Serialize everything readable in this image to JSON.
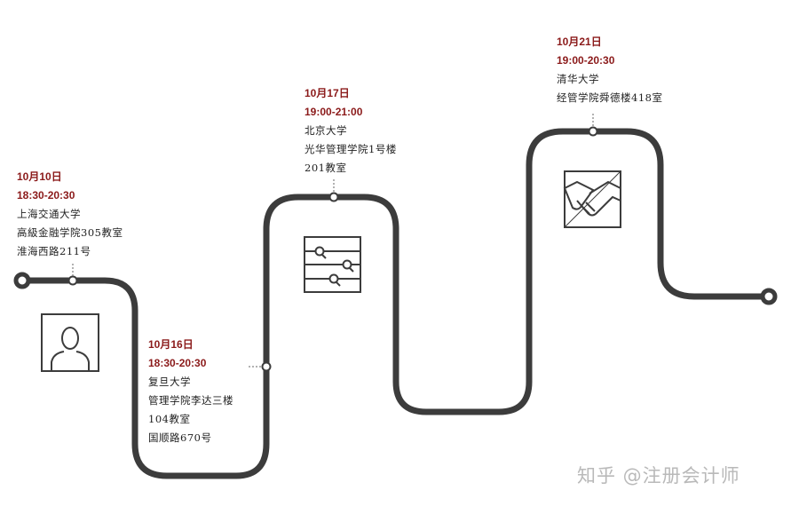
{
  "stops": [
    {
      "date": "10月10日",
      "time": "18:30-20:30",
      "lines": [
        "上海交通大学",
        "高級金融学院305教室",
        "淮海西路211号"
      ],
      "icon": "person-icon"
    },
    {
      "date": "10月16日",
      "time": "18:30-20:30",
      "lines": [
        "复旦大学",
        "管理学院李达三楼",
        "104教室",
        "国顺路670号"
      ],
      "icon": "none"
    },
    {
      "date": "10月17日",
      "time": "19:00-21:00",
      "lines": [
        "北京大学",
        "光华管理学院1号楼",
        "201教室"
      ],
      "icon": "sliders-icon"
    },
    {
      "date": "10月21日",
      "time": "19:00-20:30",
      "lines": [
        "清华大学",
        "经管学院舜德楼418室"
      ],
      "icon": "handshake-icon"
    }
  ],
  "watermark": "知乎 @注册会计师",
  "colors": {
    "track": "#3c3c3c",
    "accent": "#8b1a1a",
    "text": "#222222",
    "watermark": "#b9b9b9"
  }
}
